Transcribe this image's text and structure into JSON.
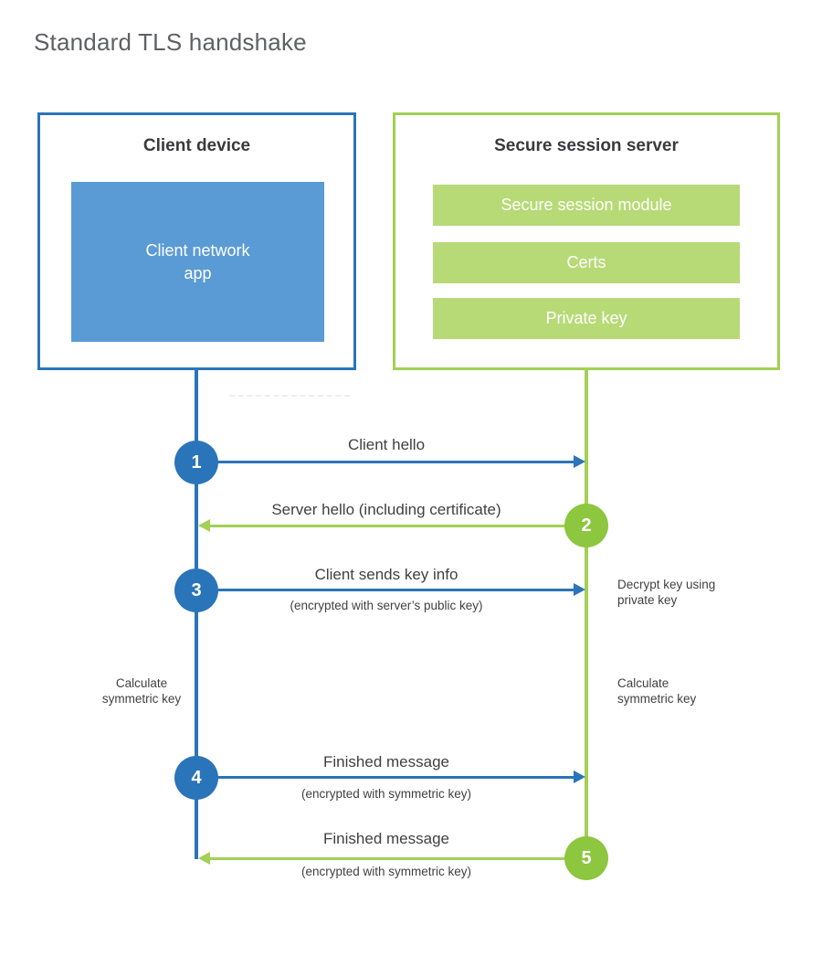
{
  "title": "Standard TLS handshake",
  "colors": {
    "blue": "#2a74b9",
    "blue_light": "#5b9bd5",
    "green_line": "#a3d055",
    "green_circle": "#8dc63f",
    "green_light": "#b7da76",
    "text_dark": "#414042",
    "title_gray": "#5f6063",
    "white": "#ffffff"
  },
  "client_box": {
    "title": "Client device",
    "app_label": "Client network\napp"
  },
  "server_box": {
    "title": "Secure session server",
    "modules": [
      "Secure session module",
      "Certs",
      "Private key"
    ]
  },
  "steps": [
    {
      "num": "1",
      "label": "Client hello",
      "sub": "",
      "direction": "client-to-server"
    },
    {
      "num": "2",
      "label": "Server hello (including certificate)",
      "sub": "",
      "direction": "server-to-client"
    },
    {
      "num": "3",
      "label": "Client sends key info",
      "sub": "(encrypted with server’s public key)",
      "direction": "client-to-server"
    },
    {
      "num": "4",
      "label": "Finished message",
      "sub": "(encrypted with symmetric key)",
      "direction": "client-to-server"
    },
    {
      "num": "5",
      "label": "Finished message",
      "sub": "(encrypted with symmetric key)",
      "direction": "server-to-client"
    }
  ],
  "annotations": {
    "decrypt": "Decrypt key using\nprivate key",
    "calc_left": "Calculate\nsymmetric key",
    "calc_right": "Calculate\nsymmetric key"
  }
}
